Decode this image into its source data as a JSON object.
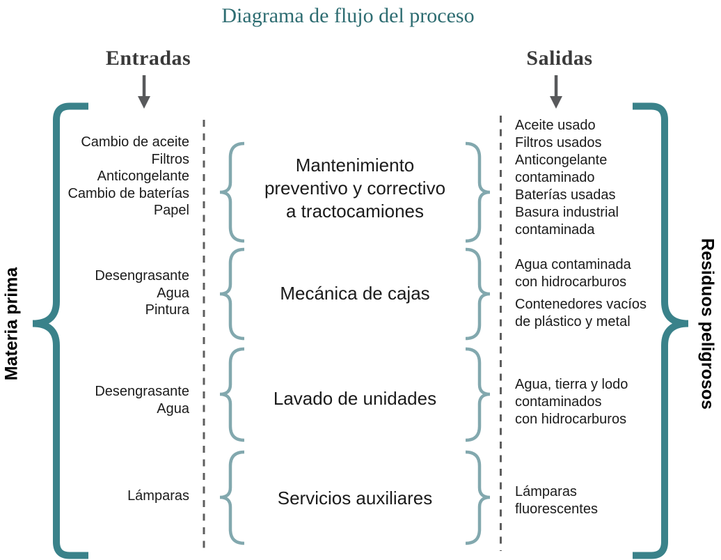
{
  "title": "Diagrama de flujo del proceso",
  "headers": {
    "inputs": "Entradas",
    "outputs": "Salidas"
  },
  "side_labels": {
    "left": "Materia prima",
    "right": "Residuos peligrosos"
  },
  "rows": [
    {
      "inputs": [
        "Cambio de aceite",
        "Filtros",
        "Anticongelante",
        "Cambio de baterías",
        "Papel"
      ],
      "process_lines": [
        "Mantenimiento",
        "preventivo y correctivo",
        "a tractocamiones"
      ],
      "outputs": [
        [
          "Aceite usado"
        ],
        [
          "Filtros usados"
        ],
        [
          "Anticongelante",
          "contaminado"
        ],
        [
          "Baterías usadas"
        ],
        [
          "Basura industrial",
          "contaminada"
        ]
      ]
    },
    {
      "inputs": [
        "Desengrasante",
        "Agua",
        "Pintura"
      ],
      "process_lines": [
        "Mecánica de cajas"
      ],
      "outputs": [
        [
          "Agua contaminada",
          "con hidrocarburos"
        ],
        [
          "Contenedores vacíos",
          "de plástico y metal"
        ]
      ]
    },
    {
      "inputs": [
        "Desengrasante",
        "Agua"
      ],
      "process_lines": [
        "Lavado de unidades"
      ],
      "outputs": [
        [
          "Agua, tierra y lodo",
          "contaminados",
          "con hidrocarburos"
        ]
      ]
    },
    {
      "inputs": [
        "Lámparas"
      ],
      "process_lines": [
        "Servicios auxiliares"
      ],
      "outputs": [
        [
          "Lámparas",
          "fluorescentes"
        ]
      ]
    }
  ],
  "colors": {
    "title": "#2D6C71",
    "header_text": "#3A3A3A",
    "body_text": "#1B1B1B",
    "brace_large": "#3A828A",
    "brace_small": "#82A8AE",
    "arrow": "#58595B",
    "separator": "#5E5E5E",
    "background": "#FFFFFF"
  }
}
